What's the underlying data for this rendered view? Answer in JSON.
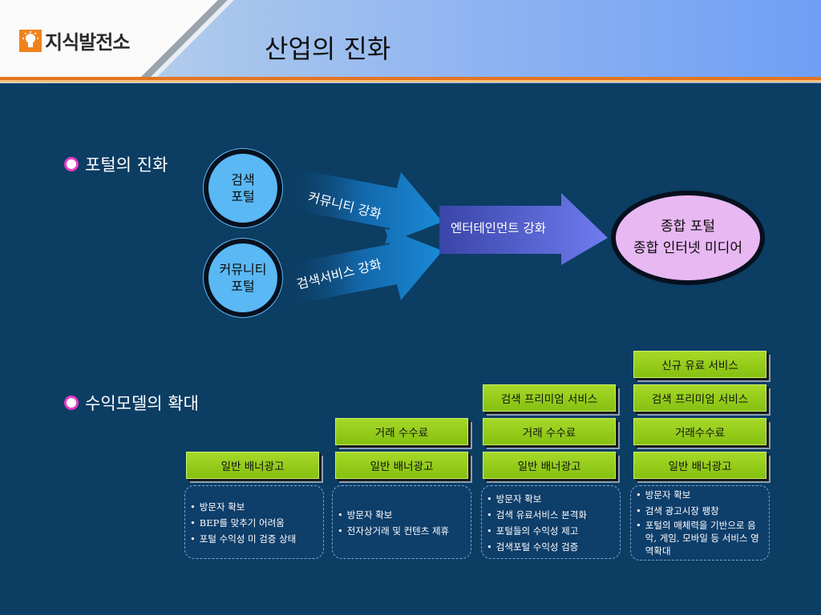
{
  "header": {
    "logo_text": "지식발전소",
    "title": "산업의 진화"
  },
  "portal": {
    "heading": "포털의 진화",
    "circle_search": [
      "검색",
      "포털"
    ],
    "circle_community": [
      "커뮤니티",
      "포털"
    ],
    "arrow_upper": "커뮤니티 강화",
    "arrow_lower": "검색서비스 강화",
    "arrow_center": "엔터테인먼트 강화",
    "oval_line1": "종합 포털",
    "oval_line2": "종합 인터넷 미디어"
  },
  "revenue": {
    "heading": "수익모델의 확대",
    "columns": [
      {
        "boxes": [
          "일반 배너광고"
        ],
        "notes": [
          "방문자 확보",
          "BEP를 맞추기 어려움",
          "포털 수익성 미 검증 상태"
        ]
      },
      {
        "boxes": [
          "거래 수수료",
          "일반 배너광고"
        ],
        "notes": [
          "방문자 확보",
          "전자상거래 및 컨텐츠 제휴"
        ]
      },
      {
        "boxes": [
          "검색 프리미엄 서비스",
          "거래 수수료",
          "일반 배너광고"
        ],
        "notes": [
          "방문자 확보",
          "검색 유료서비스 본격화",
          "포털들의 수익성 제고",
          "검색포털 수익성 검증"
        ]
      },
      {
        "boxes": [
          "신규 유료 서비스",
          "검색 프리미엄 서비스",
          "거래수수료",
          "일반 배너광고"
        ],
        "notes": [
          "방문자 확보",
          "검색 광고시장 팽창",
          "포털의 매체력을 기반으로 음악, 게임, 모바일 등 서비스 영역확대"
        ]
      }
    ]
  },
  "colors": {
    "background": "#0c3d63",
    "accent_orange": "#e47422",
    "green_box": "#94cc18",
    "circle_blue": "#5ab8f4",
    "oval_purple": "#e8b8f2"
  }
}
